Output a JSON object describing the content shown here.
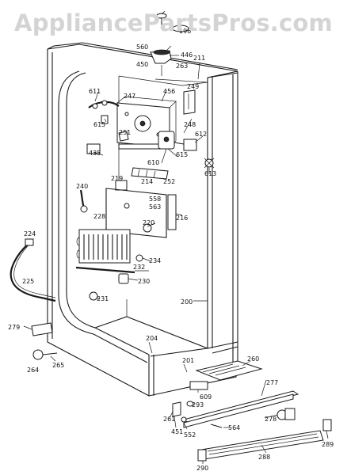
{
  "watermark": "AppliancePartsPros.com",
  "labels": [
    {
      "id": "l-196",
      "text": "196"
    },
    {
      "id": "l-560",
      "text": "560"
    },
    {
      "id": "l-446",
      "text": "446"
    },
    {
      "id": "l-450",
      "text": "450"
    },
    {
      "id": "l-211",
      "text": "211"
    },
    {
      "id": "l-263",
      "text": "263"
    },
    {
      "id": "l-456",
      "text": "456"
    },
    {
      "id": "l-249",
      "text": "249"
    },
    {
      "id": "l-611",
      "text": "611"
    },
    {
      "id": "l-247",
      "text": "247"
    },
    {
      "id": "l-615a",
      "text": "615"
    },
    {
      "id": "l-248",
      "text": "248"
    },
    {
      "id": "l-251",
      "text": "251"
    },
    {
      "id": "l-612",
      "text": "612"
    },
    {
      "id": "l-435",
      "text": "435"
    },
    {
      "id": "l-610",
      "text": "610"
    },
    {
      "id": "l-615b",
      "text": "615"
    },
    {
      "id": "l-613",
      "text": "613"
    },
    {
      "id": "l-219",
      "text": "219"
    },
    {
      "id": "l-214",
      "text": "214"
    },
    {
      "id": "l-252",
      "text": "252"
    },
    {
      "id": "l-240",
      "text": "240"
    },
    {
      "id": "l-558",
      "text": "558"
    },
    {
      "id": "l-563",
      "text": "563"
    },
    {
      "id": "l-216",
      "text": "216"
    },
    {
      "id": "l-228",
      "text": "228"
    },
    {
      "id": "l-220",
      "text": "220"
    },
    {
      "id": "l-224",
      "text": "224"
    },
    {
      "id": "l-234",
      "text": "234"
    },
    {
      "id": "l-232",
      "text": "232"
    },
    {
      "id": "l-225",
      "text": "225"
    },
    {
      "id": "l-230",
      "text": "230"
    },
    {
      "id": "l-200",
      "text": "200"
    },
    {
      "id": "l-231",
      "text": "231"
    },
    {
      "id": "l-279",
      "text": "279"
    },
    {
      "id": "l-204",
      "text": "204"
    },
    {
      "id": "l-260",
      "text": "260"
    },
    {
      "id": "l-201",
      "text": "201"
    },
    {
      "id": "l-264",
      "text": "264"
    },
    {
      "id": "l-265",
      "text": "265"
    },
    {
      "id": "l-609",
      "text": "609"
    },
    {
      "id": "l-277",
      "text": "277"
    },
    {
      "id": "l-293",
      "text": "293"
    },
    {
      "id": "l-261",
      "text": "261"
    },
    {
      "id": "l-451",
      "text": "451"
    },
    {
      "id": "l-552",
      "text": "552"
    },
    {
      "id": "l-564",
      "text": "564"
    },
    {
      "id": "l-278",
      "text": "278"
    },
    {
      "id": "l-288",
      "text": "288"
    },
    {
      "id": "l-289",
      "text": "289"
    },
    {
      "id": "l-290",
      "text": "290"
    }
  ]
}
